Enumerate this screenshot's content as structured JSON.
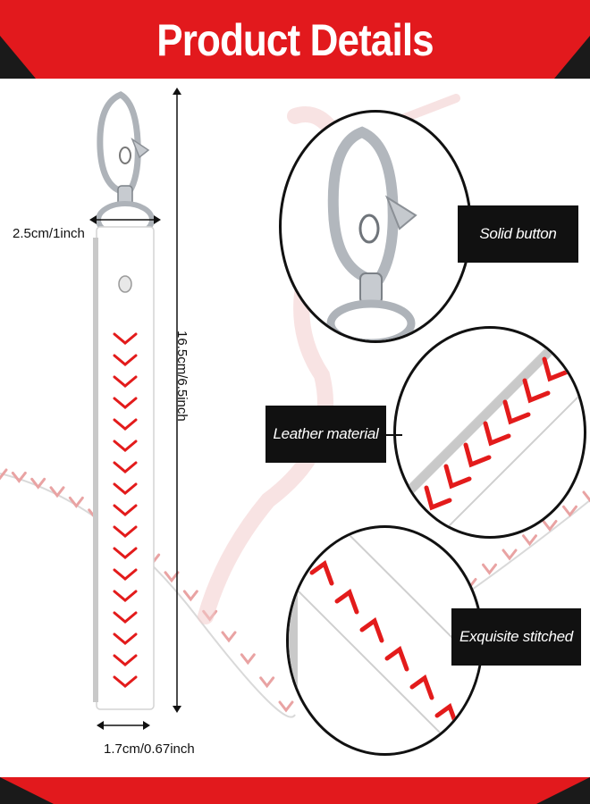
{
  "header": {
    "title": "Product Details"
  },
  "dimensions": {
    "width_label": "2.5cm/1inch",
    "length_label": "16.5cm/6.5inch",
    "strap_width_label": "1.7cm/0.67inch"
  },
  "features": [
    {
      "label": "Solid button"
    },
    {
      "label": "Leather material"
    },
    {
      "label": "Exquisite stitched"
    }
  ],
  "colors": {
    "banner_red": "#e2191d",
    "label_bg": "#111111",
    "stitch_red": "#e31b1b",
    "metal": "#b8bcc2"
  }
}
